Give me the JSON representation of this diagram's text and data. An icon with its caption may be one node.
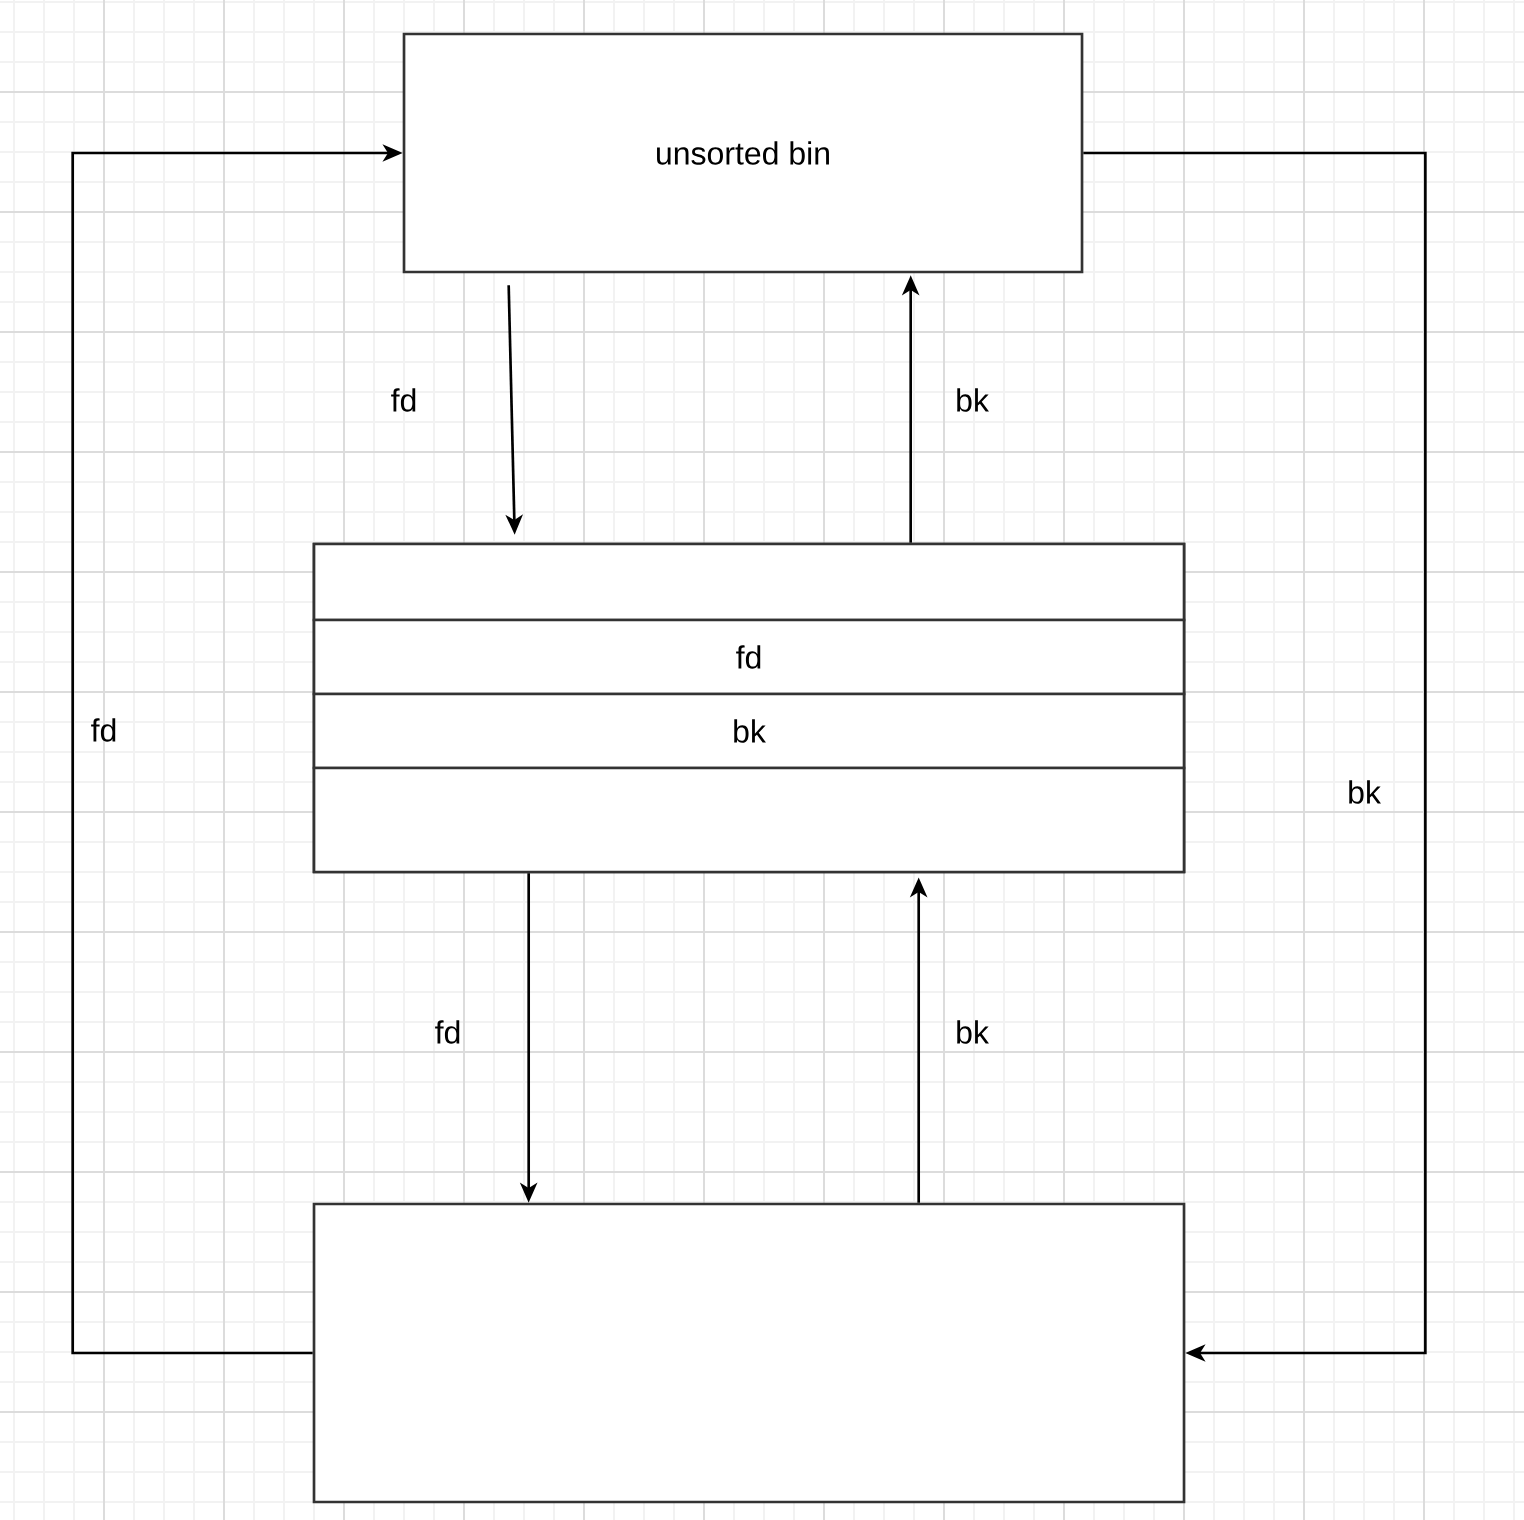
{
  "diagram": {
    "nodes": [
      {
        "text": [
          "unsorted bin"
        ]
      },
      {
        "text": [],
        "shape": "box"
      },
      {
        "text": [],
        "shape": "box",
        "in": 1
      },
      {
        "text": [
          "fd"
        ],
        "in": 1
      },
      {
        "text": [
          "bk"
        ],
        "in": 1
      },
      {
        "text": [],
        "shape": "box",
        "in": 1
      },
      {
        "text": [],
        "shape": "box"
      }
    ],
    "edges": [
      {
        "from": 0,
        "to": 1,
        "arrow": "to",
        "label": "fd"
      },
      {
        "from": 1,
        "to": 0,
        "arrow": "to",
        "label": "bk"
      },
      {
        "from": 1,
        "to": 6,
        "arrow": "to",
        "label": "fd"
      },
      {
        "from": 6,
        "to": 1,
        "arrow": "to",
        "label": "bk"
      },
      {
        "from": 6,
        "to": 0,
        "arrow": "to",
        "label": "fd"
      },
      {
        "from": 0,
        "to": 6,
        "arrow": "to",
        "label": "bk"
      }
    ]
  }
}
